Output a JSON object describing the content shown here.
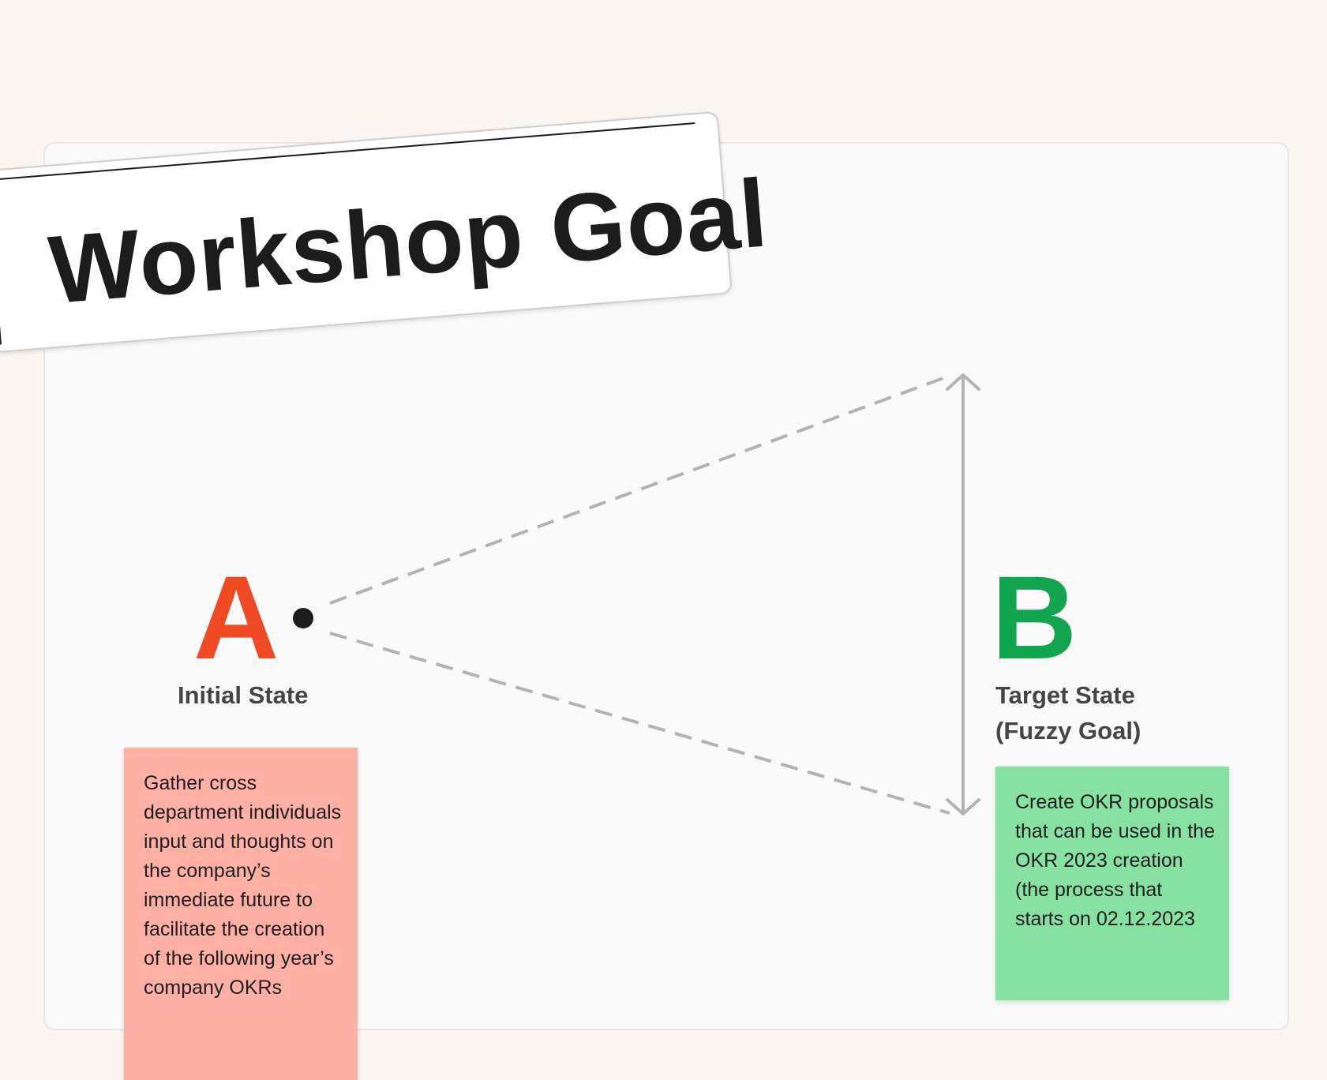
{
  "title": "Workshop Goal",
  "initial": {
    "letter": "A",
    "label": "Initial State",
    "note": "Gather cross department individuals input and thoughts on the company’s immediate future to facilitate the creation of the following year’s company OKRs"
  },
  "target": {
    "letter": "B",
    "label_line1": "Target State",
    "label_line2": "(Fuzzy Goal)",
    "note": "Create OKR proposals that can be used in the OKR 2023 creation (the process that starts on 02.12.2023"
  },
  "colors": {
    "initial_accent": "#ef4a23",
    "target_accent": "#12a550",
    "initial_note": "#feb0a4",
    "target_note": "#87e2a2",
    "connector": "#b3b3b3",
    "background": "#fdf6f0",
    "board": "#fafafa"
  }
}
